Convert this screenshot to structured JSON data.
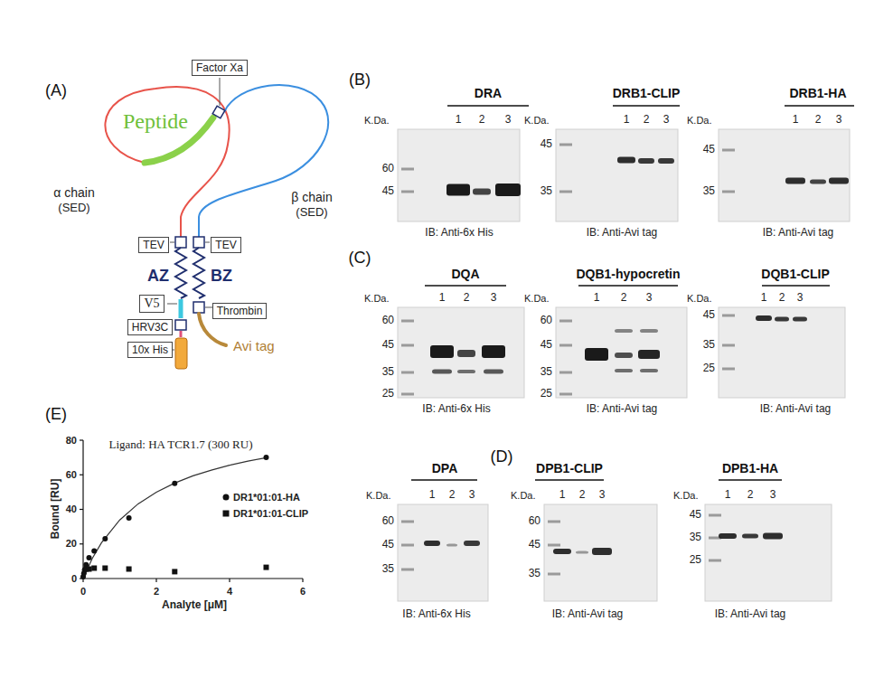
{
  "diagram": {
    "nodes": [
      {
        "text": [
          "Factor Xa"
        ]
      },
      {
        "text": [
          "TEV"
        ]
      },
      {
        "text": [
          "TEV"
        ]
      },
      {
        "text": [
          "V5"
        ]
      },
      {
        "text": [
          "Thrombin"
        ]
      },
      {
        "text": [
          "HRV3C"
        ]
      },
      {
        "text": [
          "10x His"
        ]
      }
    ],
    "labels": [
      "(A)",
      "Peptide",
      "α chain",
      "(SED)",
      "β chain",
      "(SED)",
      "AZ",
      "BZ",
      "Avi tag",
      "(B)",
      "DRA",
      "K.Da.",
      "60",
      "45",
      "1",
      "2",
      "3",
      "IB: Anti-6x His",
      "DRB1-CLIP",
      "K.Da.",
      "45",
      "35",
      "1",
      "2",
      "3",
      "IB: Anti-Avi tag",
      "DRB1-HA",
      "K.Da.",
      "45",
      "35",
      "1",
      "2",
      "3",
      "IB: Anti-Avi tag",
      "(C)",
      "DQA",
      "K.Da.",
      "60",
      "45",
      "35",
      "25",
      "1",
      "2",
      "3",
      "IB: Anti-6x His",
      "DQB1-hypocretin",
      "K.Da.",
      "60",
      "45",
      "35",
      "25",
      "1",
      "2",
      "3",
      "IB: Anti-Avi tag",
      "DQB1-CLIP",
      "K.Da.",
      "45",
      "35",
      "25",
      "1",
      "2",
      "3",
      "IB: Anti-Avi tag",
      "(D)",
      "DPA",
      "K.Da.",
      "60",
      "45",
      "35",
      "1",
      "2",
      "3",
      "IB: Anti-6x His",
      "DPB1-CLIP",
      "K.Da.",
      "60",
      "45",
      "35",
      "1",
      "2",
      "3",
      "IB: Anti-Avi tag",
      "DPB1-HA",
      "K.Da.",
      "45",
      "35",
      "25",
      "1",
      "2",
      "3",
      "IB: Anti-Avi tag",
      "(E)",
      "Ligand: HA TCR1.7 (300 RU)",
      "Bound [RU]",
      "0",
      "20",
      "40",
      "60",
      "80",
      "0",
      "2",
      "4",
      "6",
      "Analyte [μM]"
    ],
    "legend": [
      {
        "text": "DR1*01:01-HA"
      },
      {
        "text": "DR1*01:01-CLIP"
      }
    ]
  }
}
